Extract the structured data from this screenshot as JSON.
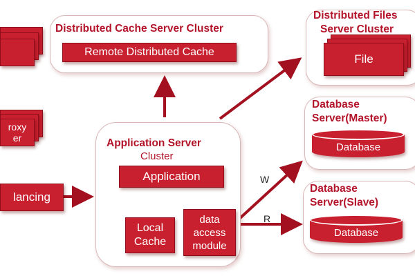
{
  "diagram": {
    "cache_cluster": {
      "title": "Distributed Cache Server Cluster",
      "node": "Remote Distributed Cache"
    },
    "files_cluster": {
      "title_line1": "Distributed Files",
      "title_line2": "Server Cluster",
      "node": "File"
    },
    "app_cluster": {
      "title_line1": "Application Server",
      "title_line2": "Cluster",
      "app_node": "Application",
      "local_cache": [
        "Local",
        "Cache"
      ],
      "data_access": [
        "data",
        "access",
        "module"
      ]
    },
    "db_master": {
      "title_line1": "Database",
      "title_line2": "Server(Master)",
      "node": "Database"
    },
    "db_slave": {
      "title_line1": "Database",
      "title_line2": "Server(Slave)",
      "node": "Database"
    },
    "left_nodes": {
      "proxy_line1": "roxy",
      "proxy_line2": "er",
      "balancing": "lancing"
    },
    "edges": {
      "write": "W",
      "read": "R"
    },
    "colors": {
      "accent": "#c8202f",
      "accent_dark": "#8e0f1b",
      "title": "#b3142a",
      "arrow": "#a3101f"
    }
  }
}
